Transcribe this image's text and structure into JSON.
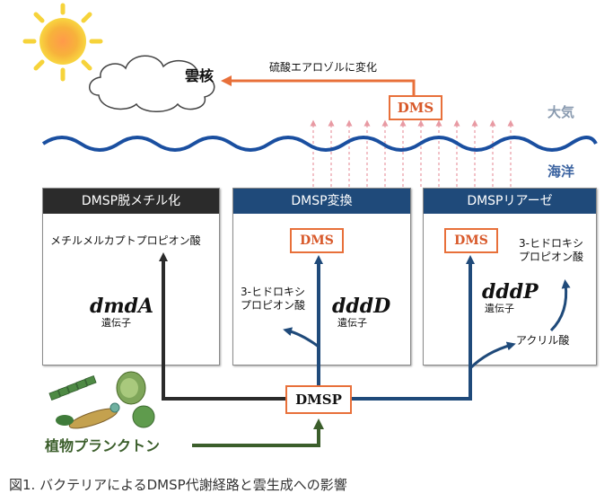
{
  "labels": {
    "cloud": "雲核",
    "change": "硫酸エアロゾルに変化",
    "atmosphere": "大気",
    "ocean": "海洋",
    "dms_air": "DMS",
    "plankton": "植物プランクトン",
    "caption": "図1. バクテリアによるDMSP代謝経路と雲生成への影響"
  },
  "panels": [
    {
      "title": "DMSP脱メチル化",
      "header_color": "#2b2b2b"
    },
    {
      "title": "DMSP変換",
      "header_color": "#1f4a7a"
    },
    {
      "title": "DMSPリアーゼ",
      "header_color": "#1f4a7a"
    }
  ],
  "panel_left": {
    "product": "メチルメルカプトプロピオン酸",
    "gene": "dmdA",
    "gene_sub": "遺伝子"
  },
  "panel_mid": {
    "product_box": "DMS",
    "side_product": "3-ヒドロキシ\nプロピオン酸",
    "gene": "dddD",
    "gene_sub": "遺伝子"
  },
  "panel_right": {
    "product_box": "DMS",
    "side_product": "3-ヒドロキシ\nプロピオン酸",
    "gene": "dddP",
    "gene_sub": "遺伝子",
    "acrylic": "アクリル酸"
  },
  "center_box": "DMSP",
  "colors": {
    "dark_arrow": "#2b2b2b",
    "blue_arrow": "#1f4a7a",
    "green_arrow": "#3b5e2b",
    "orange": "#e8703a",
    "wave": "#1a4fa0",
    "dotted": "#e89aa3"
  }
}
